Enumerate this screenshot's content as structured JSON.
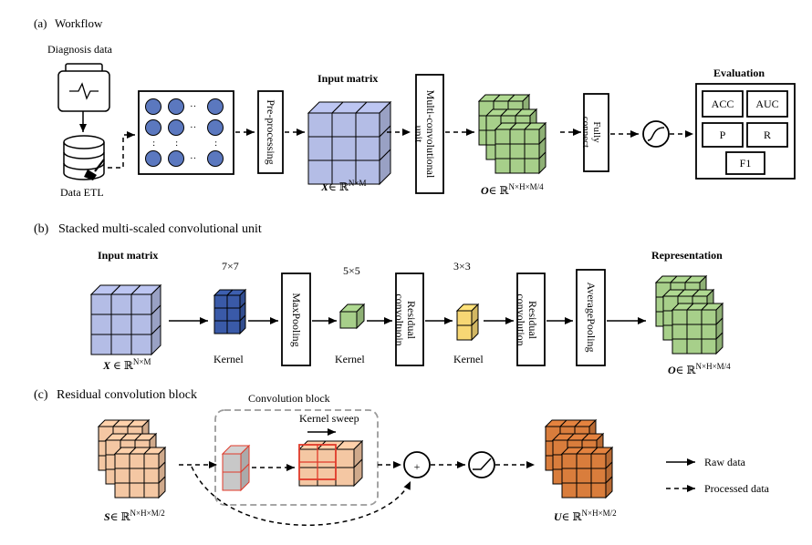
{
  "colors": {
    "input_blue": "#b4bde6",
    "kernel_blue": "#3a5aa8",
    "green": "#a7cf8a",
    "yellow": "#f7d774",
    "peach": "#f4c7a3",
    "orange": "#d97d3c",
    "node_blue": "#5b78bf",
    "grey": "#c8c8c8",
    "red": "#e03a2a",
    "dashed_box": "#9a9a9a"
  },
  "panel_a": {
    "label": "(a)",
    "title": "Workflow",
    "diagnosis_label": "Diagnosis data",
    "etl_label": "Data ETL",
    "preprocessing": "Pre-processing",
    "input_matrix_label": "Input matrix",
    "x_formula_var": "X",
    "x_formula_rest": "∈ ℝ",
    "x_formula_sup": "N×M",
    "multiconv": "Multi-convolutional unit",
    "o_formula_var": "O",
    "o_formula_rest": "∈ ℝ",
    "o_formula_sup": "N×H×M/4",
    "fully_connect": "Fully connect",
    "evaluation_label": "Evaluation",
    "metrics": [
      "ACC",
      "AUC",
      "P",
      "R",
      "F1"
    ],
    "ellipsis": "··"
  },
  "panel_b": {
    "label": "(b)",
    "title": "Stacked multi-scaled convolutional unit",
    "input_matrix_label": "Input matrix",
    "x_formula_var": "X",
    "x_formula_rest": "∈ ℝ",
    "x_formula_sup": "N×M",
    "k7": "7×7",
    "k5": "5×5",
    "k3": "3×3",
    "kernel": "Kernel",
    "maxpooling": "MaxPooling",
    "residual1": "Residual convoltuoin",
    "residual2": "Residual convolution",
    "avgpooling": "AveragePooling",
    "representation": "Representation",
    "o_formula_var": "O",
    "o_formula_rest": "∈ ℝ",
    "o_formula_sup": "N×H×M/4"
  },
  "panel_c": {
    "label": "(c)",
    "title": "Residual convolution block",
    "conv_block": "Convolution block",
    "kernel_sweep": "Kernel sweep",
    "plus": "+",
    "s_formula_var": "S",
    "s_formula_rest": "∈ ℝ",
    "s_formula_sup": "N×H×M/2",
    "u_formula_var": "U",
    "u_formula_rest": "∈ ℝ",
    "u_formula_sup": "N×H×M/2",
    "legend_raw": "Raw data",
    "legend_processed": "Processed data"
  }
}
